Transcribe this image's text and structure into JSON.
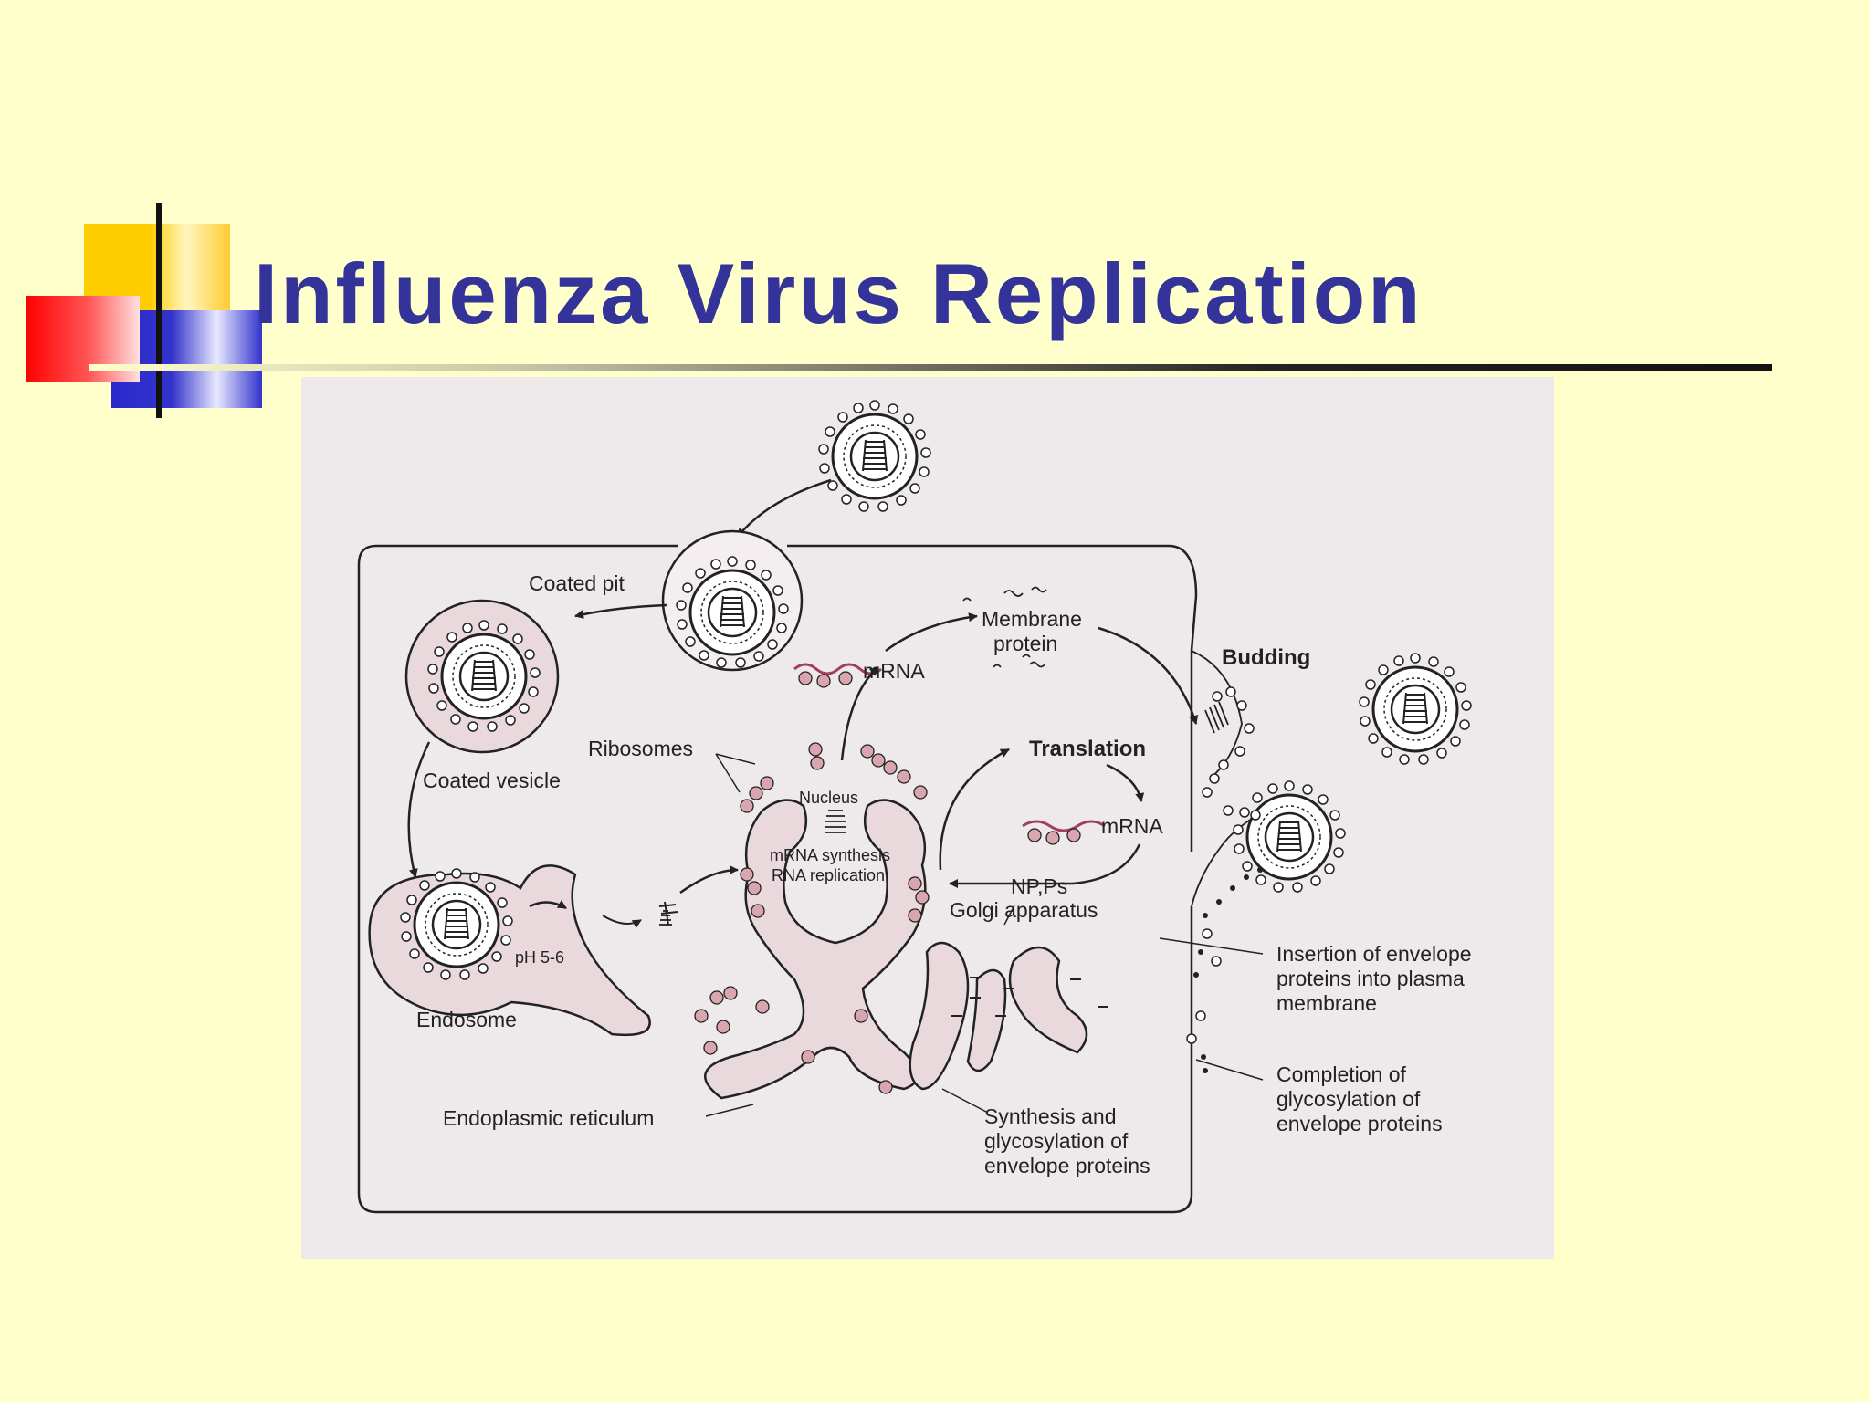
{
  "slide": {
    "title": "Influenza Virus Replication"
  },
  "diagram": {
    "labels": {
      "coated_pit": "Coated pit",
      "coated_vesicle": "Coated vesicle",
      "endosome": "Endosome",
      "ph": "pH 5-6",
      "ribosomes": "Ribosomes",
      "nucleus": "Nucleus",
      "mrna_synthesis": "mRNA synthesis",
      "rna_replication": "RNA replication",
      "mrna_top": "mRNA",
      "membrane_protein_1": "Membrane",
      "membrane_protein_2": "protein",
      "translation": "Translation",
      "mrna_right": "mRNA",
      "np_ps": "NP,Ps",
      "golgi": "Golgi apparatus",
      "budding": "Budding",
      "er": "Endoplasmic reticulum",
      "synthesis_1": "Synthesis and",
      "synthesis_2": "glycosylation of",
      "synthesis_3": "envelope proteins",
      "insertion_1": "Insertion of envelope",
      "insertion_2": "proteins into plasma",
      "insertion_3": "membrane",
      "completion_1": "Completion of",
      "completion_2": "glycosylation of",
      "completion_3": "envelope proteins"
    },
    "colors": {
      "slide_bg": "#ffffcc",
      "title": "#333399",
      "figure_bg": "#eeeaec",
      "organelle_fill": "#e9d9dc",
      "ribosome_fill": "#d9a6b0",
      "mrna": "#a04060",
      "ink": "#222222"
    }
  }
}
